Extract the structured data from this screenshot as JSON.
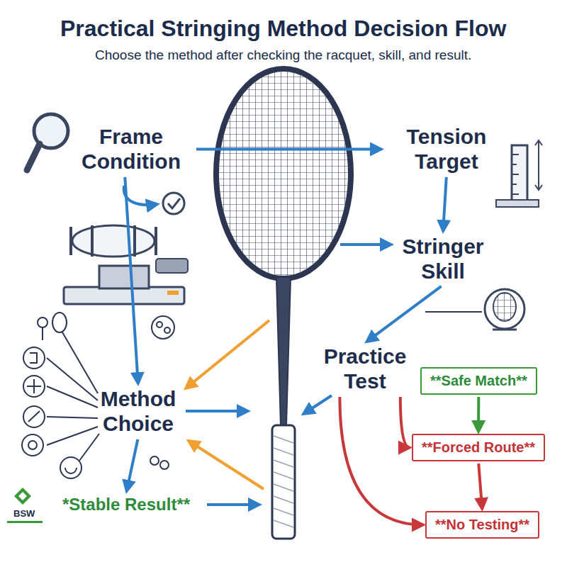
{
  "diagram": {
    "title": "Practical Stringing Method Decision Flow",
    "caption": "Choose the method after checking the racquet, skill, and result.",
    "nodes": [
      {
        "text": [
          "Frame Condition"
        ]
      },
      {
        "text": [
          "Tension Target"
        ]
      },
      {
        "text": [
          "Stringer Skill"
        ]
      },
      {
        "text": [
          "Practice Test"
        ]
      },
      {
        "text": [
          "Method Choice"
        ]
      },
      {
        "text": [
          "*Stable Result**"
        ]
      },
      {
        "text": [
          "**Safe Match**"
        ]
      },
      {
        "text": [
          "**Forced Route**"
        ]
      },
      {
        "text": [
          "**No Testing**"
        ]
      }
    ],
    "edges": [
      {
        "from": 0,
        "to": 1,
        "arrow": "to"
      },
      {
        "from": 1,
        "to": 2,
        "arrow": "to"
      },
      {
        "from": 2,
        "to": 3,
        "arrow": "to"
      },
      {
        "from": 0,
        "to": 4,
        "arrow": "to"
      },
      {
        "from": 4,
        "to": 5,
        "arrow": "to"
      },
      {
        "from": 3,
        "to": 6,
        "arrow": "none"
      },
      {
        "from": 6,
        "to": 7,
        "arrow": "to"
      },
      {
        "from": 3,
        "to": 7,
        "arrow": "to"
      },
      {
        "from": 7,
        "to": 8,
        "arrow": "to"
      },
      {
        "from": 3,
        "to": 8,
        "arrow": "to"
      }
    ],
    "labels": [
      "BSW"
    ]
  }
}
